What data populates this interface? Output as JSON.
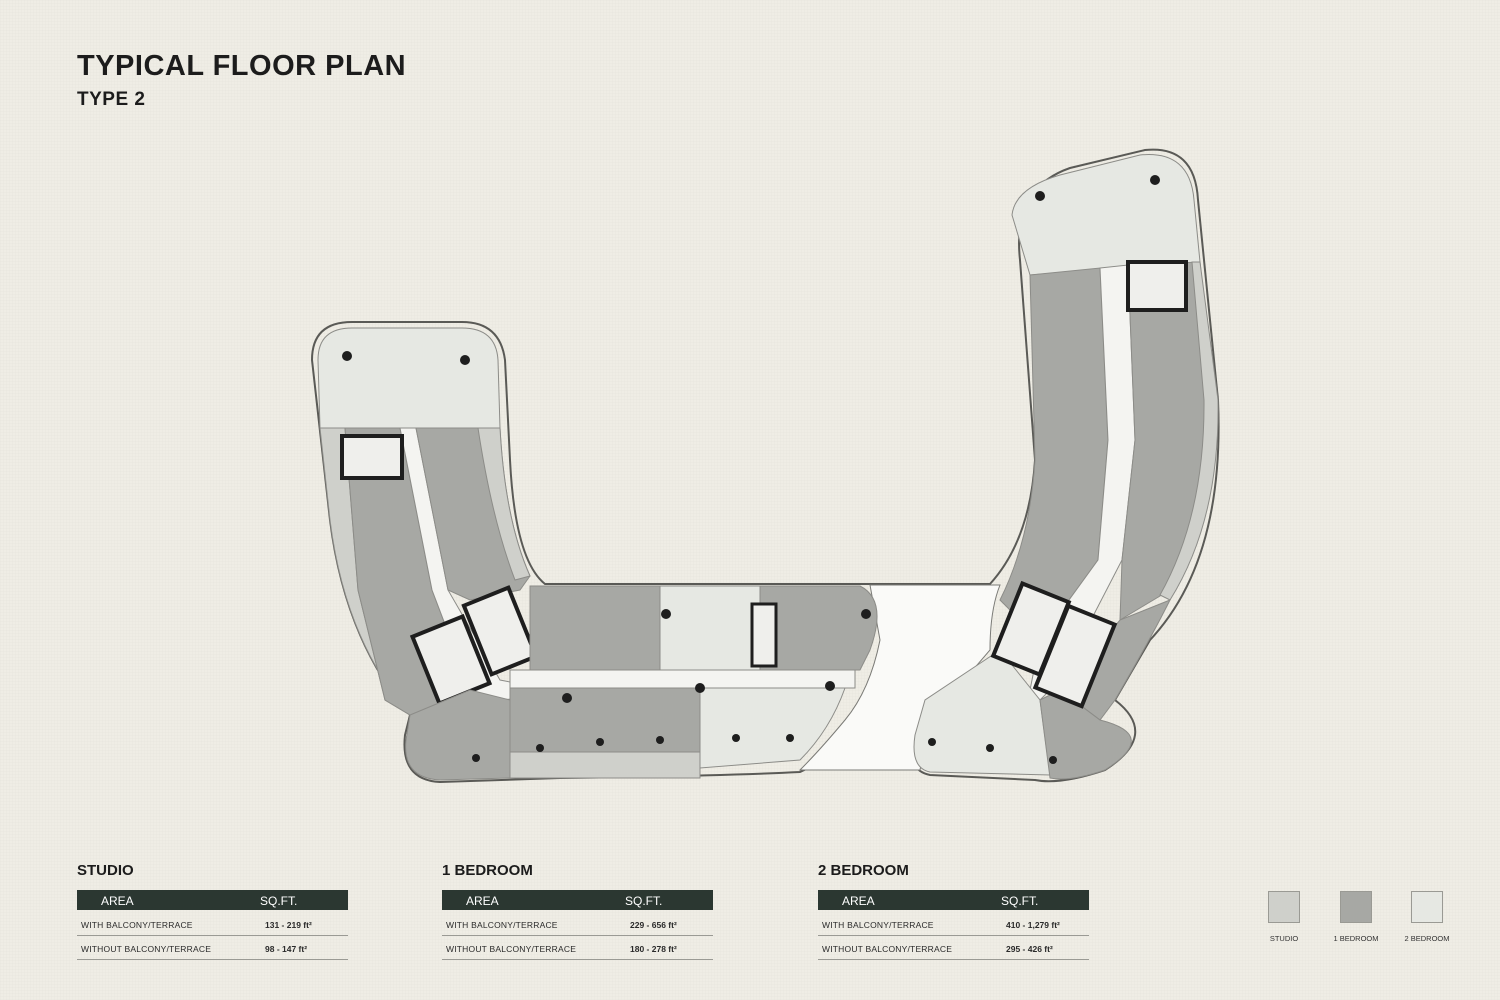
{
  "header": {
    "title": "TYPICAL FLOOR PLAN",
    "subtitle": "TYPE 2"
  },
  "area_tables": [
    {
      "title": "STUDIO",
      "col_area": "AREA",
      "col_sqft": "SQ.FT.",
      "rows": [
        {
          "label": "WITH  BALCONY/TERRACE",
          "value": "131 - 219 ft²"
        },
        {
          "label": "WITHOUT  BALCONY/TERRACE",
          "value": "98 - 147 ft²"
        }
      ]
    },
    {
      "title": "1 BEDROOM",
      "col_area": "AREA",
      "col_sqft": "SQ.FT.",
      "rows": [
        {
          "label": "WITH  BALCONY/TERRACE",
          "value": "229 - 656 ft²"
        },
        {
          "label": "WITHOUT  BALCONY/TERRACE",
          "value": "180 - 278 ft²"
        }
      ]
    },
    {
      "title": "2 BEDROOM",
      "col_area": "AREA",
      "col_sqft": "SQ.FT.",
      "rows": [
        {
          "label": "WITH  BALCONY/TERRACE",
          "value": "410 - 1,279 ft²"
        },
        {
          "label": "WITHOUT  BALCONY/TERRACE",
          "value": "295 - 426 ft²"
        }
      ]
    }
  ],
  "legend": [
    {
      "label": "STUDIO",
      "color": "#cfd0cb"
    },
    {
      "label": "1 BEDROOM",
      "color": "#a7a8a4"
    },
    {
      "label": "2 BEDROOM",
      "color": "#e6e8e3"
    }
  ],
  "colors": {
    "studio": "#cfd0cb",
    "one_bedroom": "#a7a8a4",
    "two_bedroom": "#e6e8e3",
    "corridor": "#f4f4f1",
    "wall": "#1e1e1e",
    "table_header": "#2b3731"
  }
}
